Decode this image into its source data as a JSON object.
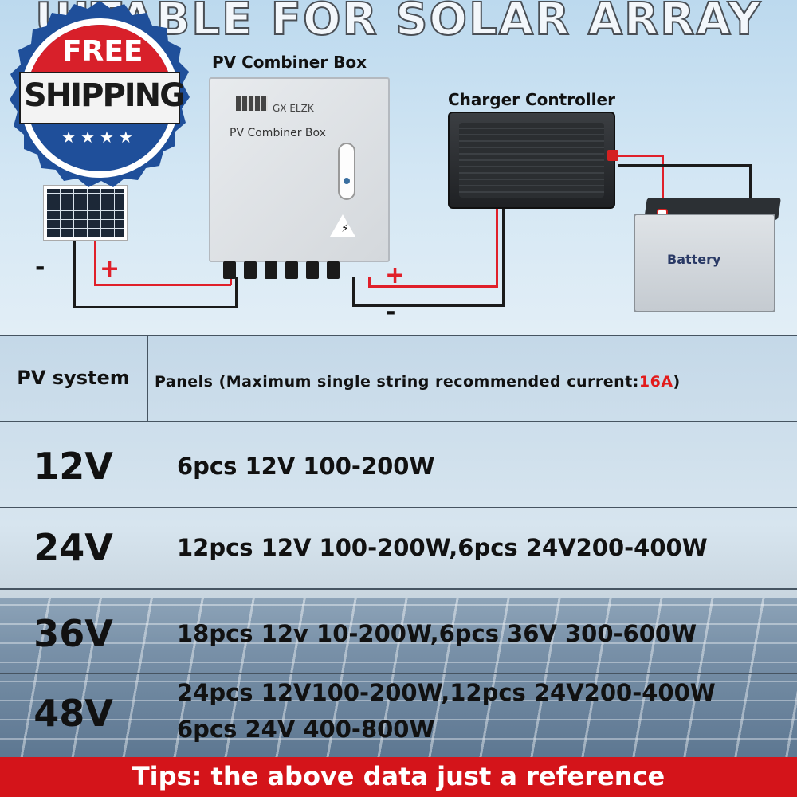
{
  "headline": "UITABLE FOR SOLAR ARRAY",
  "seal": {
    "line1": "FREE",
    "line2": "SHIPPING",
    "stars": "★★★★"
  },
  "diagram": {
    "combiner_title": "PV Combiner Box",
    "combiner_brand": "GX ELZK",
    "combiner_label": "PV Combiner Box",
    "charger_title": "Charger Controller",
    "battery_label": "Battery",
    "plus": "+",
    "minus": "-"
  },
  "table": {
    "header_left": "PV system",
    "header_right_prefix": "Panels (Maximum single string recommended current:",
    "header_right_highlight": "16A",
    "header_right_suffix": ")",
    "rows": [
      {
        "system": "12V",
        "line1": "6pcs 12V 100-200W",
        "line2": ""
      },
      {
        "system": "24V",
        "line1": "12pcs 12V 100-200W,6pcs 24V200-400W",
        "line2": ""
      },
      {
        "system": "36V",
        "line1": "18pcs 12v 10-200W,6pcs 36V 300-600W",
        "line2": ""
      },
      {
        "system": "48V",
        "line1": "24pcs 12V100-200W,12pcs 24V200-400W",
        "line2": "6pcs 24V 400-800W"
      }
    ]
  },
  "tips": "Tips: the above data just a reference",
  "colors": {
    "accent_red": "#e21b1b",
    "tips_bg": "#d4141a",
    "seal_blue": "#1f4f9a",
    "seal_red": "#d8202a"
  }
}
